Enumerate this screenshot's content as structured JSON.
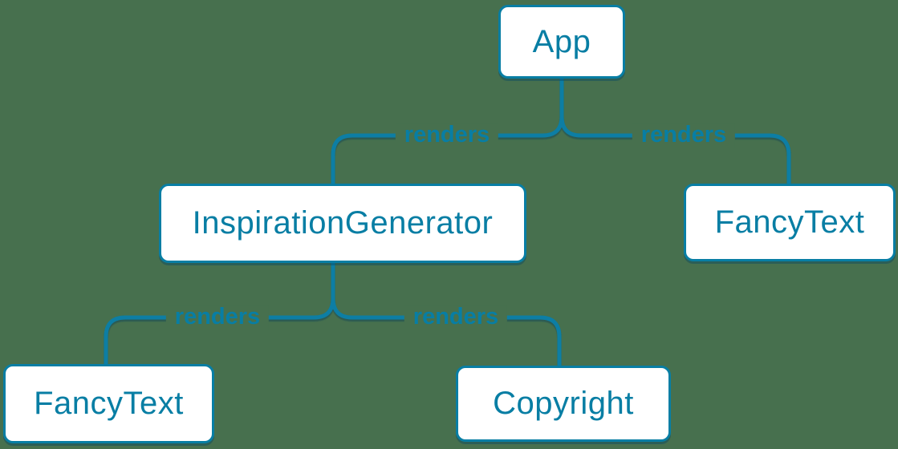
{
  "diagram": {
    "type": "tree",
    "colors": {
      "background": "#47704e",
      "accent": "#087ea4",
      "node_fill": "#ffffff"
    },
    "nodes": [
      {
        "id": "app",
        "label": "App"
      },
      {
        "id": "inspiration-generator",
        "label": "InspirationGenerator"
      },
      {
        "id": "fancy-text-right",
        "label": "FancyText"
      },
      {
        "id": "fancy-text-left",
        "label": "FancyText"
      },
      {
        "id": "copyright",
        "label": "Copyright"
      }
    ],
    "edges": [
      {
        "from": "App",
        "to": "InspirationGenerator",
        "label": "renders"
      },
      {
        "from": "App",
        "to": "FancyText",
        "label": "renders"
      },
      {
        "from": "InspirationGenerator",
        "to": "FancyText",
        "label": "renders"
      },
      {
        "from": "InspirationGenerator",
        "to": "Copyright",
        "label": "renders"
      }
    ]
  }
}
